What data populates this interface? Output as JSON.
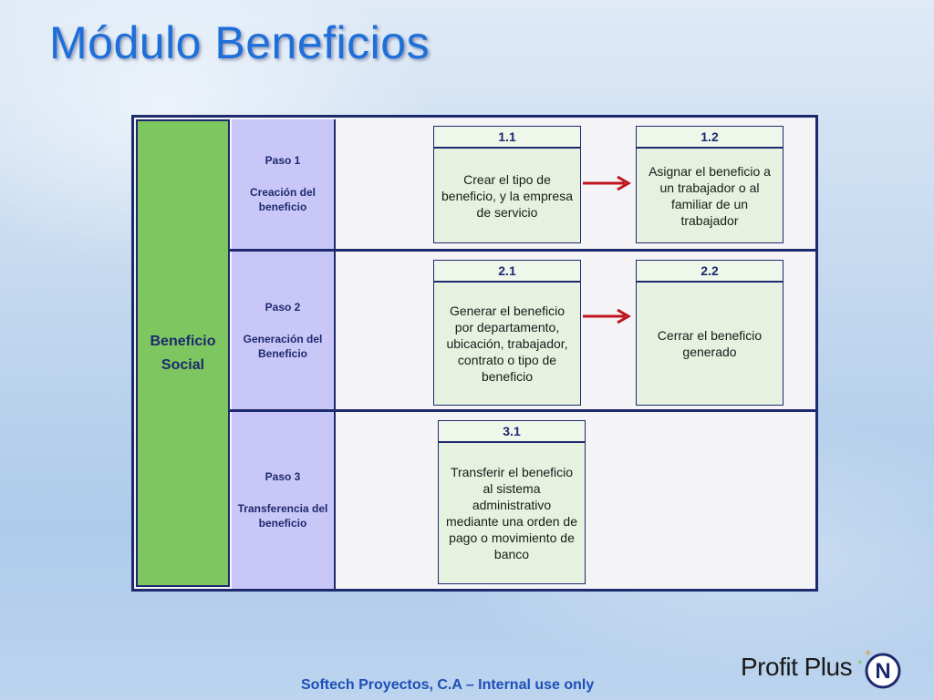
{
  "title": "Módulo Beneficios",
  "main_label": {
    "line1": "Beneficio",
    "line2": "Social"
  },
  "steps": [
    {
      "num": "Paso 1",
      "name": "Creación del beneficio"
    },
    {
      "num": "Paso 2",
      "name": "Generación del Beneficio"
    },
    {
      "num": "Paso 3",
      "name": "Transferencia del beneficio"
    }
  ],
  "tasks": {
    "t11": {
      "id": "1.1",
      "text": "Crear el tipo de beneficio, y la empresa de servicio"
    },
    "t12": {
      "id": "1.2",
      "text": "Asignar el beneficio a un trabajador o al familiar de un trabajador"
    },
    "t21": {
      "id": "2.1",
      "text": "Generar el beneficio por departamento, ubicación, trabajador, contrato o tipo de beneficio"
    },
    "t22": {
      "id": "2.2",
      "text": "Cerrar el beneficio generado"
    },
    "t31": {
      "id": "3.1",
      "text": "Transferir el beneficio al sistema administrativo mediante una orden de pago o movimiento de banco"
    }
  },
  "footer": "Softech Proyectos, C.A – Internal use only",
  "logo": {
    "text": "Profit Plus",
    "badge": "N"
  },
  "colors": {
    "title": "#1e6fd9",
    "frame": "#1d2a6e",
    "main_column": "#7dc660",
    "step_column": "#c9c7f8",
    "task_box": "#e6f2df",
    "arrow": "#c0141c"
  }
}
